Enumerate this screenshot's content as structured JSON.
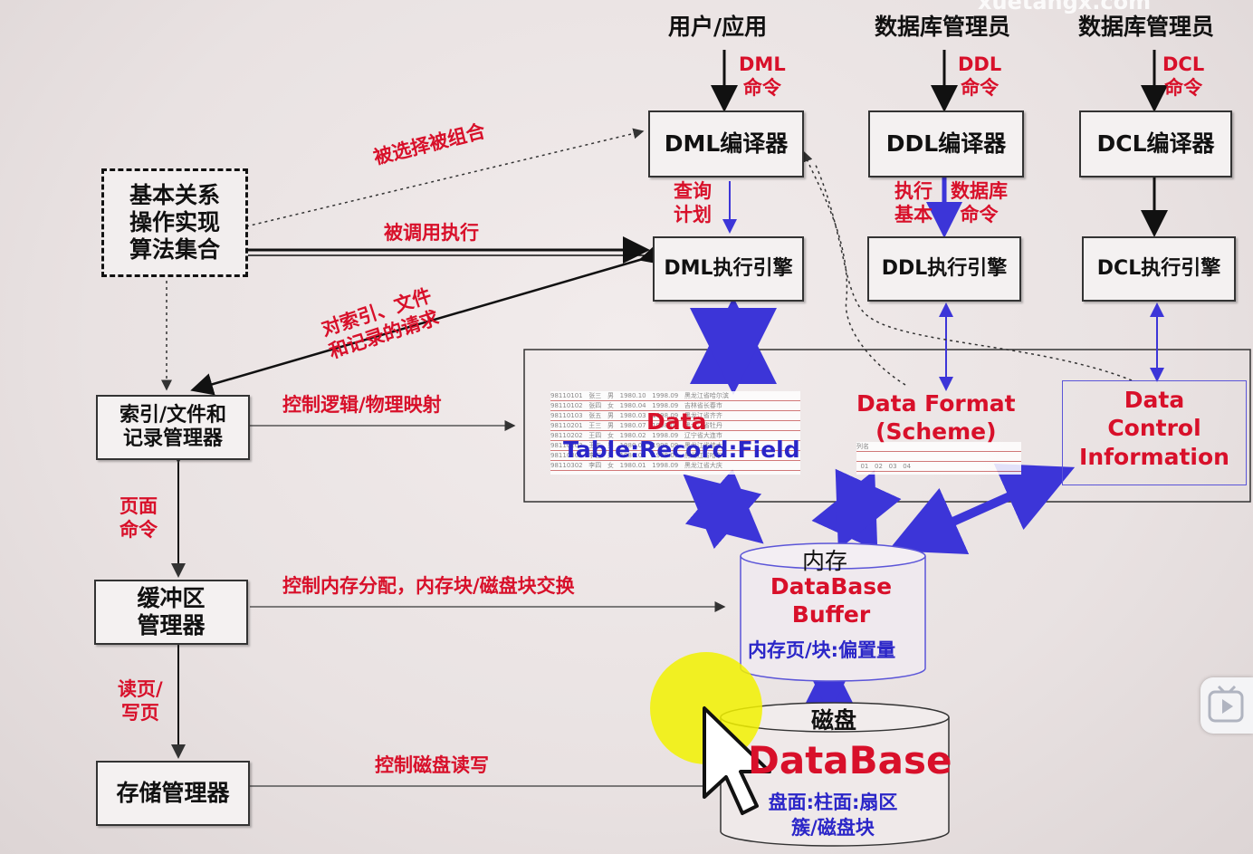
{
  "top_labels": {
    "user_app": "用户/应用",
    "dba1": "数据库管理员",
    "dba2": "数据库管理员",
    "watermark": "xuetangx.com"
  },
  "commands": {
    "dml": "DML\n命令",
    "ddl": "DDL\n命令",
    "dcl": "DCL\n命令"
  },
  "compilers": {
    "dml": "DML编译器",
    "ddl": "DDL编译器",
    "dcl": "DCL编译器"
  },
  "engines": {
    "dml": "DML执行引擎",
    "ddl": "DDL执行引擎",
    "dcl": "DCL执行引擎"
  },
  "between": {
    "query_plan": "查询\n计划",
    "exec_basic": "执行\n基本",
    "db_cmd": "数据库\n命令"
  },
  "left_boxes": {
    "algebra": "基本关系\n操作实现\n算法集合",
    "index_file": "索引/文件和\n记录管理器",
    "buffer_mgr": "缓冲区\n管理器",
    "storage_mgr": "存储管理器"
  },
  "edge_labels": {
    "selected": "被选择被组合",
    "called": "被调用执行",
    "index_request": "对索引、文件\n和记录的请求",
    "logic_physical": "控制逻辑/物理映射",
    "page_cmd": "页面\n命令",
    "mem_alloc": "控制内存分配，内存块/磁盘块交换",
    "read_write_page": "读页/\n写页",
    "disk_rw": "控制磁盘读写"
  },
  "data_panel": {
    "data_title": "Data",
    "data_sub": "Table:Record:Field",
    "format": "Data Format\n(Scheme)",
    "control": "Data\nControl\nInformation"
  },
  "memory": {
    "head": "内存",
    "title": "DataBase\nBuffer",
    "sub": "内存页/块:偏置量"
  },
  "disk": {
    "head": "磁盘",
    "title": "DataBase",
    "sub": "盘面:柱面:扇区\n簇/磁盘块"
  },
  "colors": {
    "red": "#d8102a",
    "blue": "#2b26c8",
    "arrow_blue": "#3c35d8"
  }
}
